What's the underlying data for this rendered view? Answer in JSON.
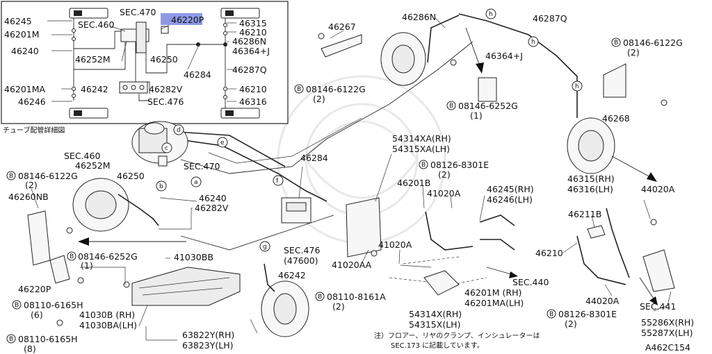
{
  "detail_caption": "チューブ配管詳細図",
  "highlighted_part": "46220P",
  "highlight_color": "#8e9ae6",
  "drawing_number": "A462C154",
  "note": {
    "line1": "注）フロアー、リヤのクランプ、インシュレーターは",
    "line2": "SEC.173 に記載しています。"
  },
  "inset_labels": {
    "p46245": "46245",
    "p46201m": "46201M",
    "p46240": "46240",
    "sec460": "SEC.460",
    "sec470": "SEC.470",
    "p46220p": "46220P",
    "p46252m": "46252M",
    "p46250": "46250",
    "p46284": "46284",
    "p46315": "46315",
    "p46210a": "46210",
    "p46286n": "46286N",
    "p46364j": "46364+J",
    "p46287q": "46287Q",
    "p46201ma": "46201MA",
    "p46246": "46246",
    "p46242": "46242",
    "p46282v": "46282V",
    "sec476": "SEC.476",
    "p46210b": "46210",
    "p46316": "46316"
  },
  "main_labels": {
    "p46267": "46267",
    "bolt_6122g_a": "08146-6122G",
    "qty_2a": "(2)",
    "p46286n": "46286N",
    "p46287q": "46287Q",
    "bolt_6122g_b": "08146-6122G",
    "qty_2b": "(2)",
    "p46364j": "46364+J",
    "bolt_6252g_a": "08146-6252G",
    "qty_1a": "(1)",
    "p46268": "46268",
    "sec460": "SEC.460",
    "p46252m": "46252M",
    "p46250": "46250",
    "sec470": "SEC.470",
    "p46284": "46284",
    "p54314xa": "54314XA(RH)",
    "p54315xa": "54315XA(LH)",
    "bolt_8301e_a": "08126-8301E",
    "qty_2c": "(2)",
    "p46315rh": "46315(RH)",
    "p46316lh": "46316(LH)",
    "p44020a_a": "44020A",
    "bolt_6122g_c": "08146-6122G",
    "qty_2d": "(2)",
    "p46260nb": "46260NB",
    "p46240": "46240",
    "p46282v": "46282V",
    "p46201b": "46201B",
    "p41020a_a": "41020A",
    "p46245rh": "46245(RH)",
    "p46246lh": "46246(LH)",
    "p46211b": "46211B",
    "p46210": "46210",
    "bolt_6252g_b": "08146-6252G",
    "qty_1b": "(1)",
    "p41030bb": "41030BB",
    "p46220p": "46220P",
    "sec476": "SEC.476",
    "sec476_sub": "(47600)",
    "p41020a_b": "41020A",
    "p41020aa": "41020AA",
    "p46242": "46242",
    "sec440": "SEC.440",
    "p46201m_rh": "46201M  (RH)",
    "p46201ma_lh": "46201MA(LH)",
    "p44020a_b": "44020A",
    "sec441": "SEC.441",
    "bolt_6165h_a": "08110-6165H",
    "qty_6": "(6)",
    "p41030b": "41030B   (RH)",
    "p41030ba": "41030BA(LH)",
    "bolt_8161a": "08110-8161A",
    "qty_2e": "(2)",
    "p54314x": "54314X(RH)",
    "p54315x": "54315X(LH)",
    "bolt_8301e_b": "08126-8301E",
    "qty_2f": "(2)",
    "p55286x": "55286X(RH)",
    "p55287x": "55287X(LH)",
    "bolt_6165h_b": "08110-6165H",
    "qty_8": "(8)",
    "p63822y": "63822Y(RH)",
    "p63823y": "63823Y(LH)"
  },
  "markers": [
    "a",
    "b",
    "c",
    "d",
    "e",
    "f",
    "g",
    "h"
  ],
  "bolt_prefix": "B"
}
